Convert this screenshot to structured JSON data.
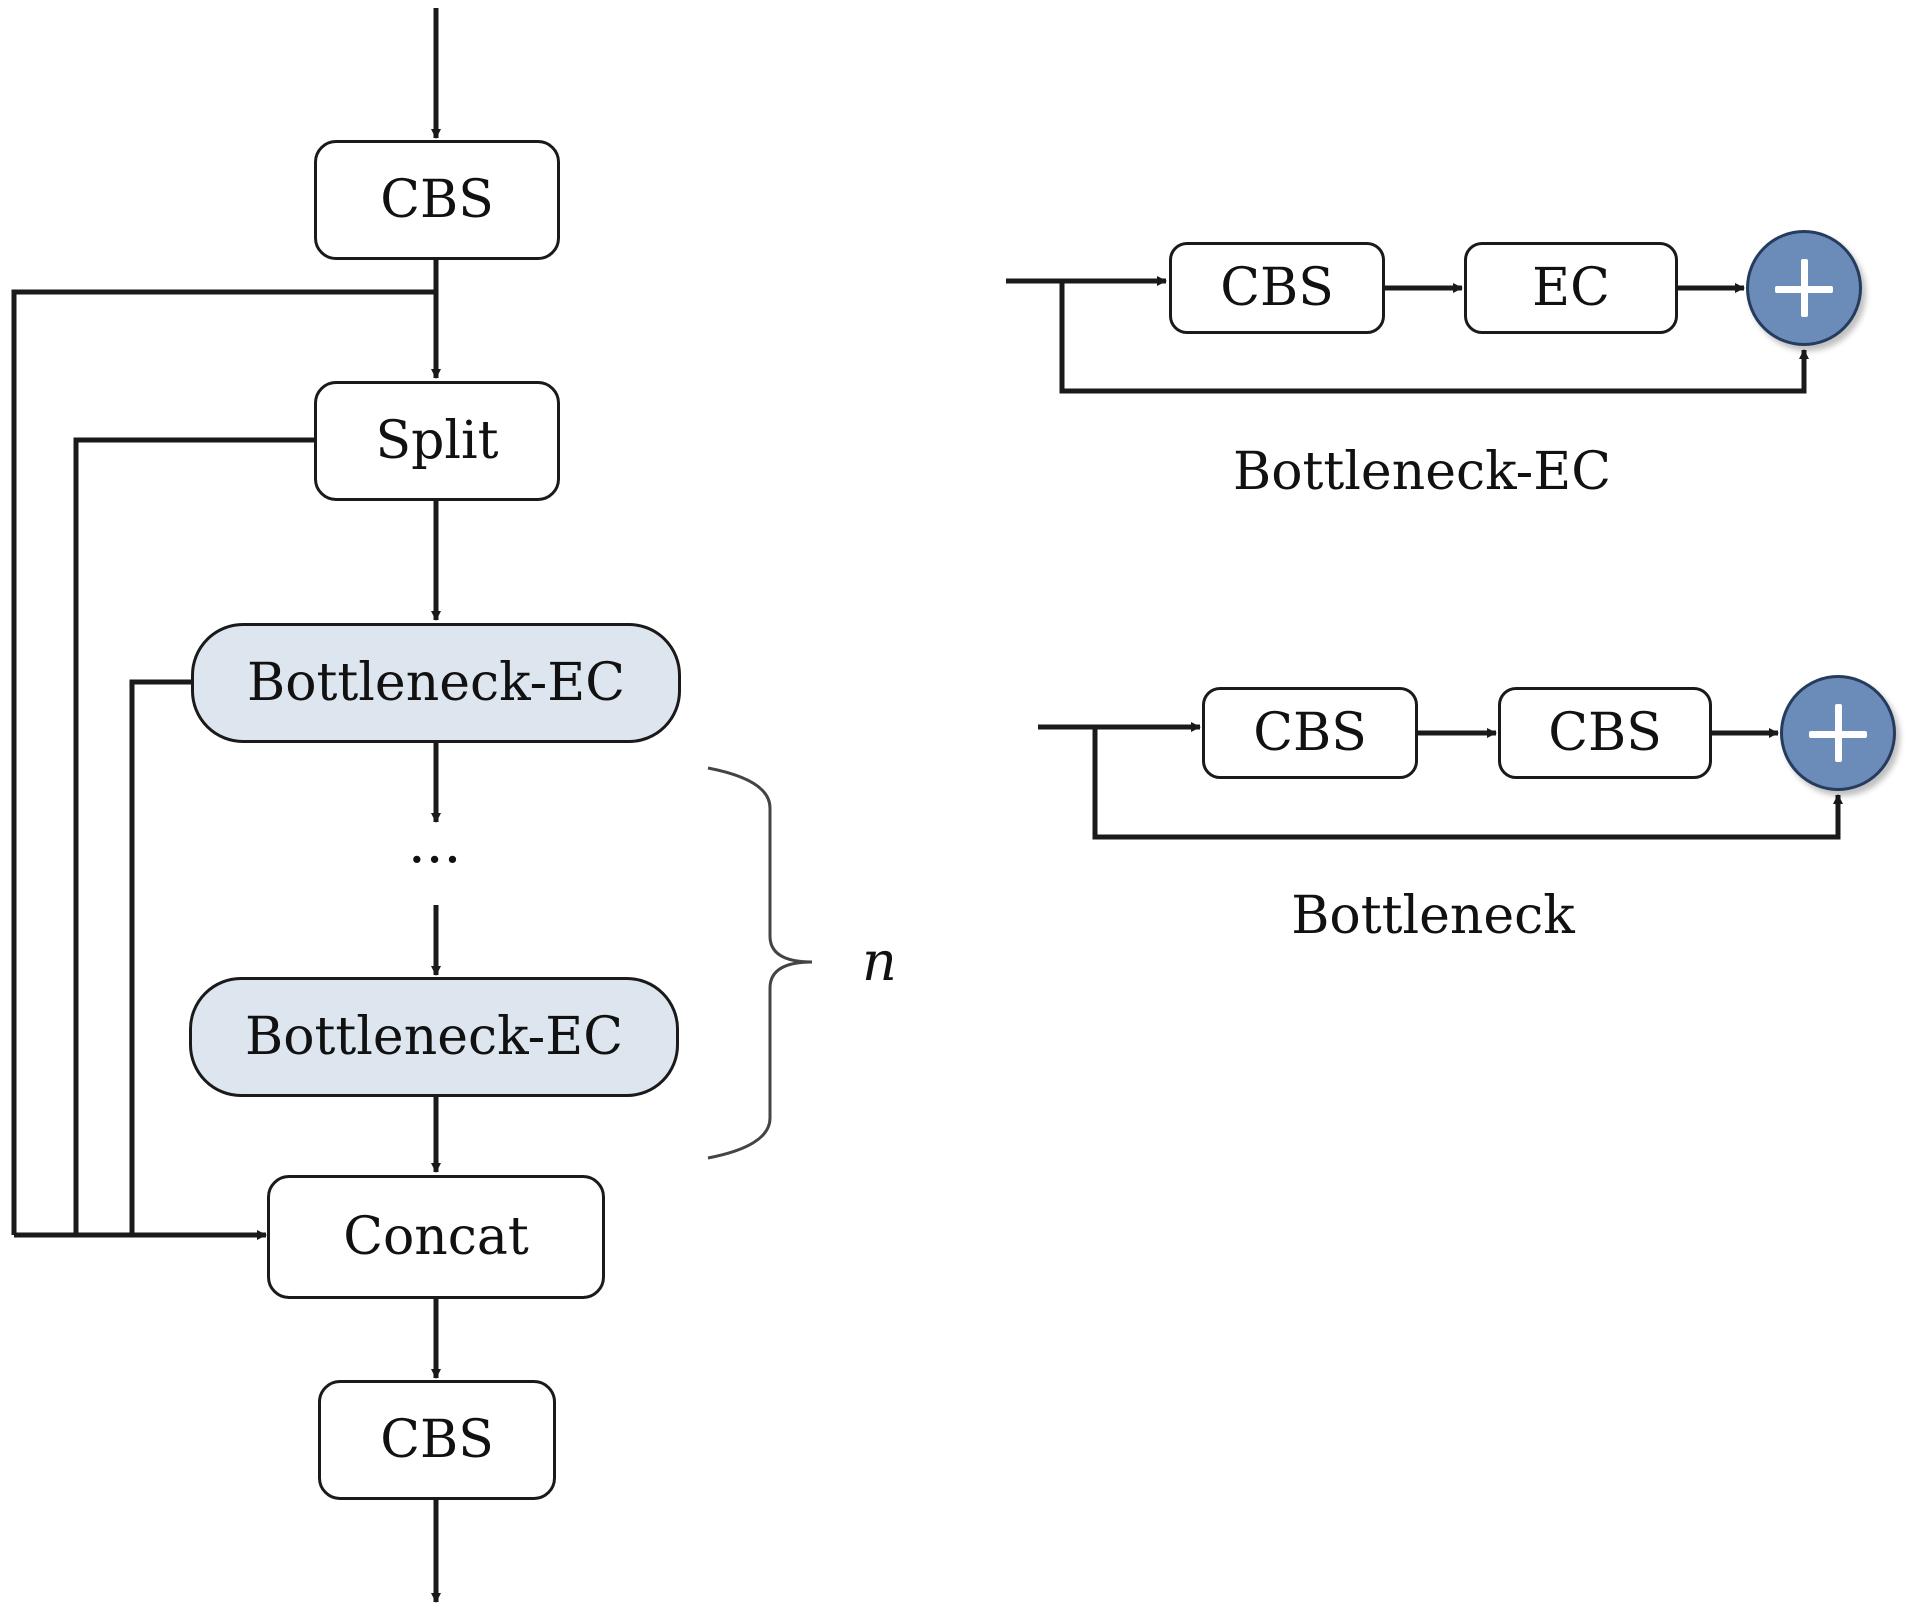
{
  "main": {
    "top_cbs": "CBS",
    "split": "Split",
    "bottleneck_ec_1": "Bottleneck-EC",
    "ellipsis": "···",
    "bottleneck_ec_2": "Bottleneck-EC",
    "concat": "Concat",
    "bottom_cbs": "CBS",
    "repeat_label": "n"
  },
  "bottleneck_ec": {
    "block1": "CBS",
    "block2": "EC",
    "caption": "Bottleneck-EC"
  },
  "bottleneck": {
    "block1": "CBS",
    "block2": "CBS",
    "caption": "Bottleneck"
  },
  "colors": {
    "line": "#1a1a1a",
    "highlight_fill": "#dde5ee",
    "add_node_fill": "#6b8cb9"
  },
  "icons": [
    "add-icon"
  ]
}
